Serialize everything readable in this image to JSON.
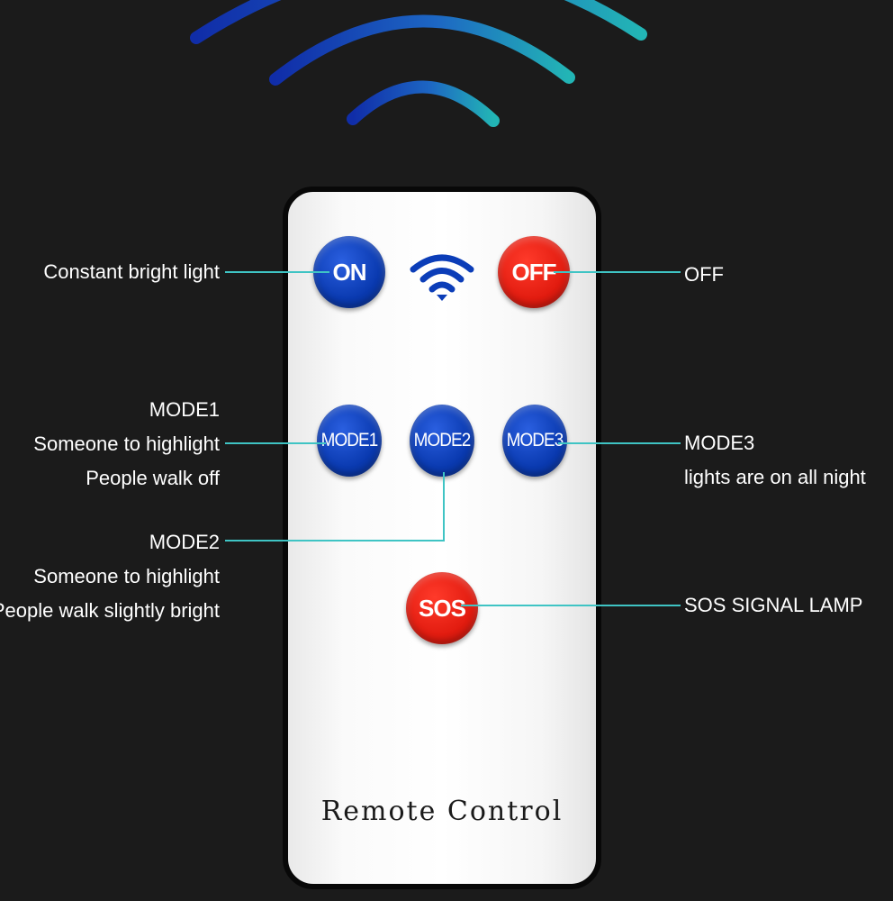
{
  "remote": {
    "label": "Remote Control",
    "buttons": {
      "on": "ON",
      "off": "OFF",
      "mode1": "MODE1",
      "mode2": "MODE2",
      "mode3": "MODE3",
      "sos": "SOS"
    },
    "center_icon": "wifi-icon"
  },
  "callouts": {
    "on": "Constant bright light",
    "off": "OFF",
    "mode1": [
      "MODE1",
      "Someone to highlight",
      "People walk off"
    ],
    "mode2": [
      "MODE2",
      "Someone to highlight",
      "People walk slightly bright"
    ],
    "mode3": [
      "MODE3",
      "lights are on all night"
    ],
    "sos": "SOS SIGNAL LAMP"
  },
  "colors": {
    "background": "#1b1b1b",
    "button_blue": "#0a3ab0",
    "button_red": "#e21c10",
    "leader_line": "#3fc4c4",
    "signal_arc_outer": "#1a3fd0",
    "signal_arc_inner": "#1fb8c8"
  }
}
